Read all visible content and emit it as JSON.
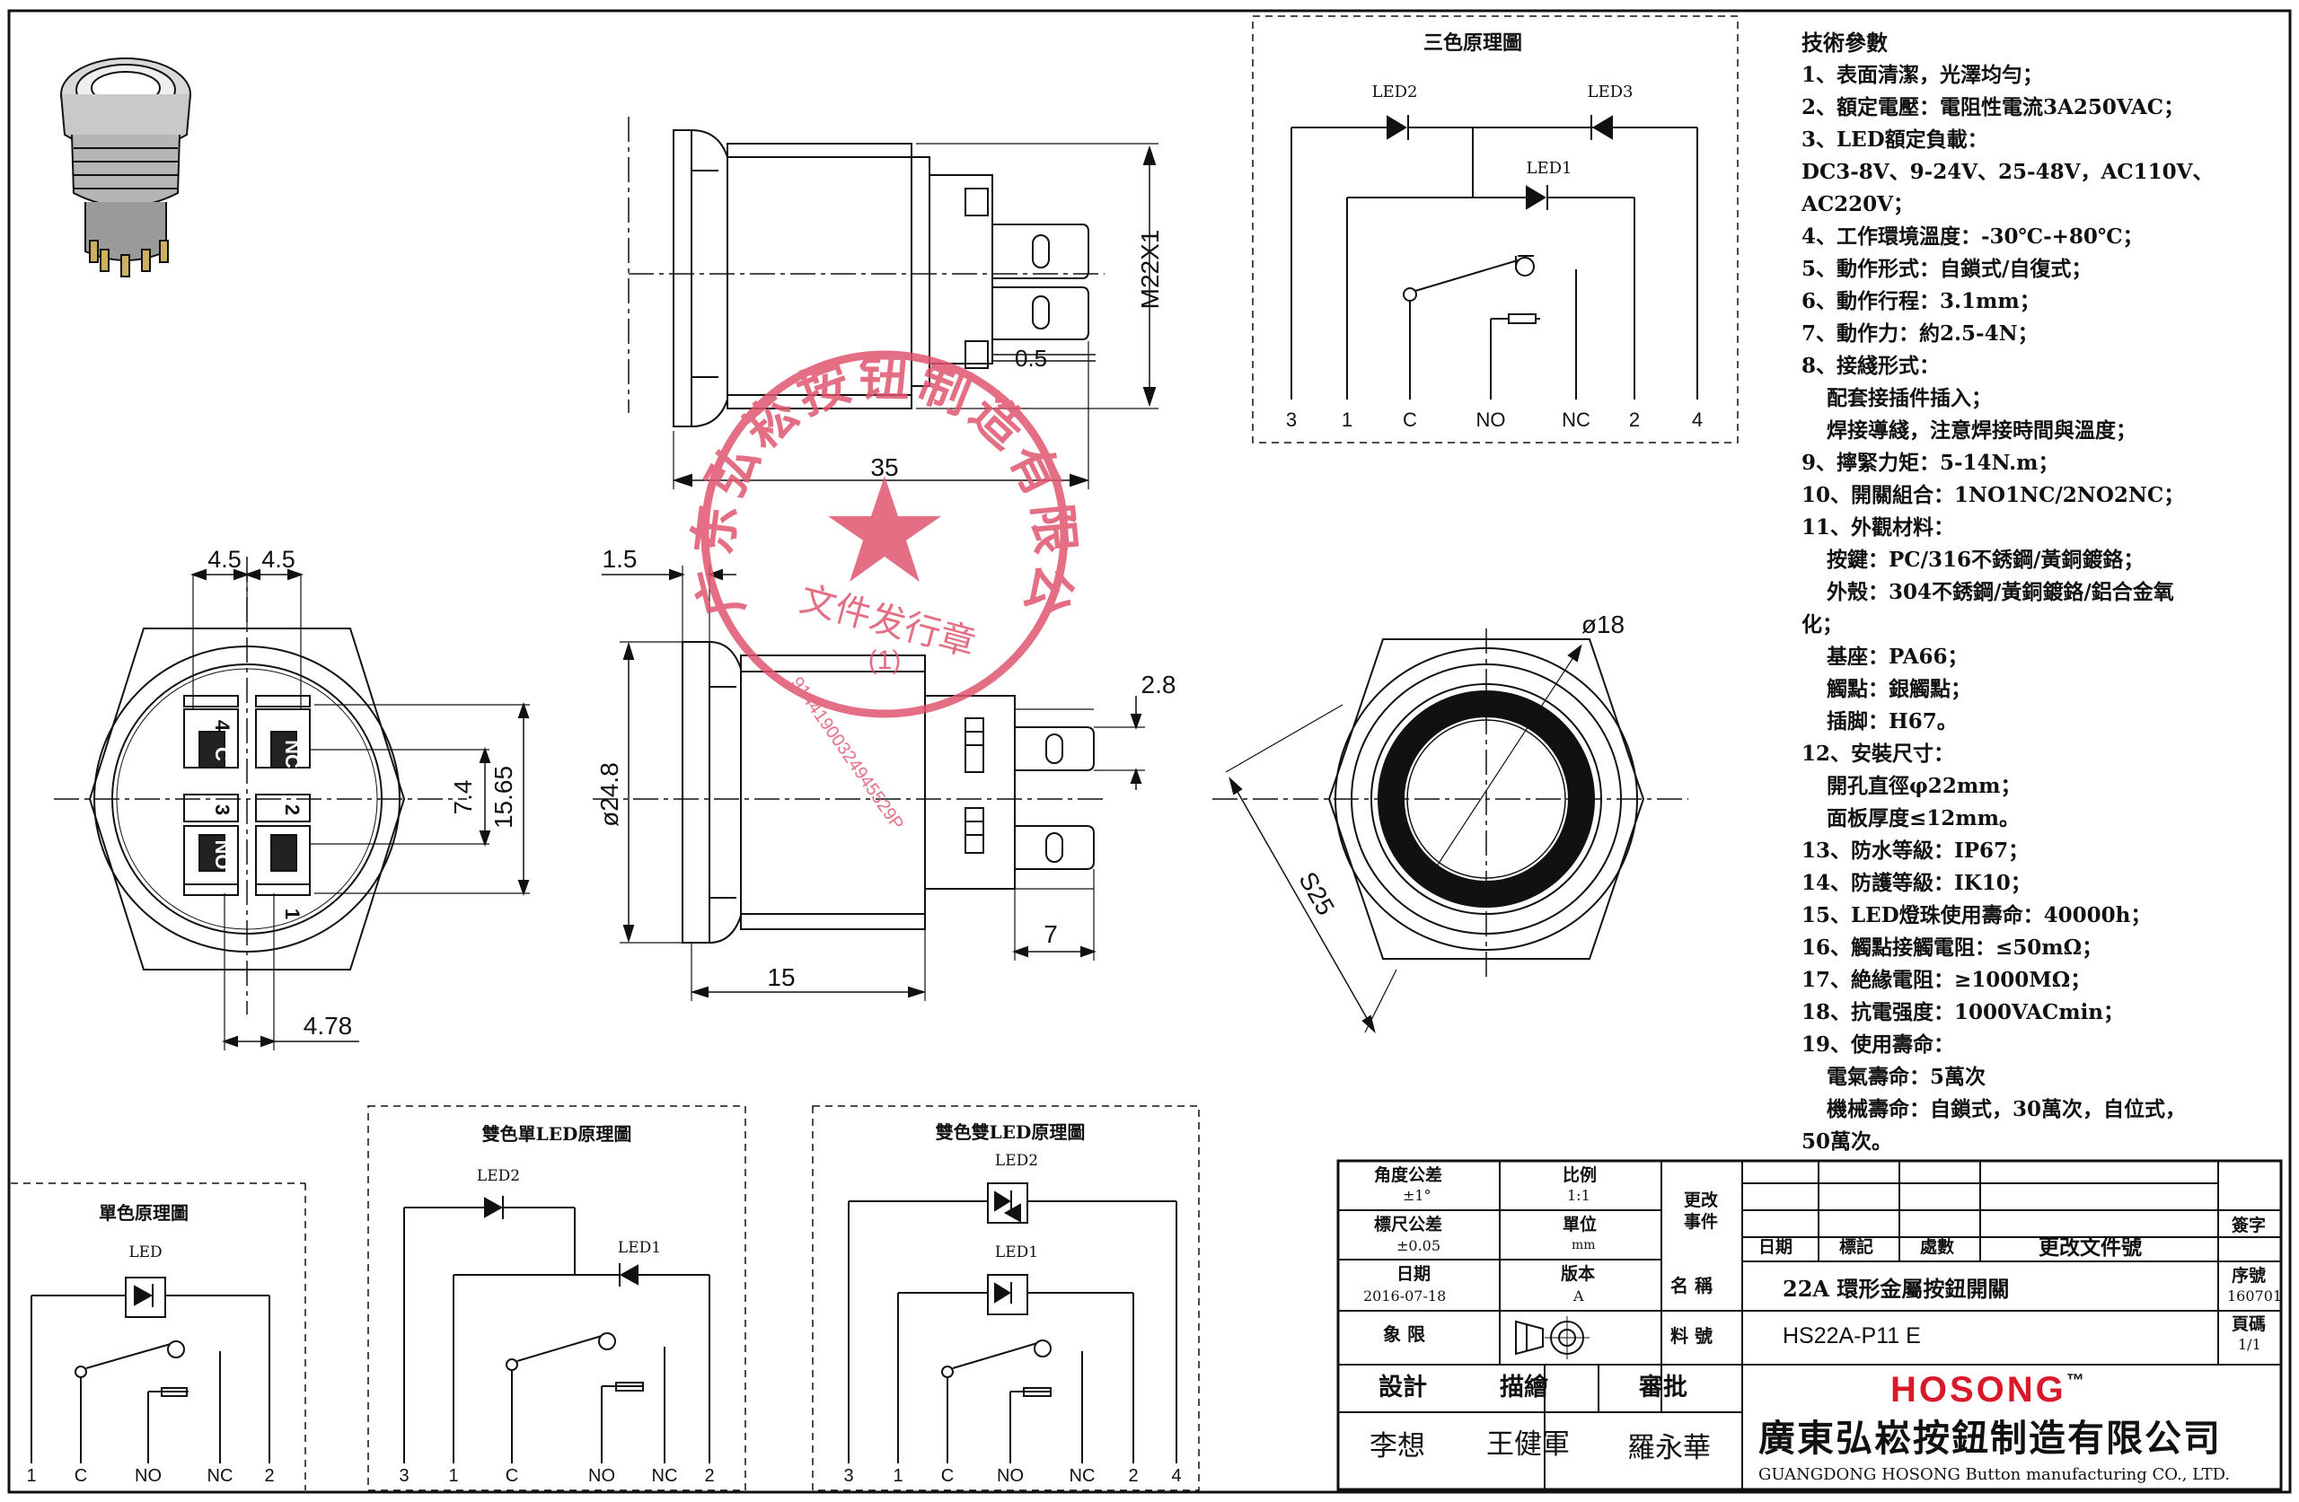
{
  "three_color_schematic": {
    "title": "三色原理圖",
    "leds": [
      "LED2",
      "LED3",
      "LED1"
    ],
    "terminals": [
      "3",
      "1",
      "C",
      "NO",
      "NC",
      "2",
      "4"
    ]
  },
  "single_color_schematic": {
    "title": "單色原理圖",
    "led": "LED",
    "terminals": [
      "1",
      "C",
      "NO",
      "NC",
      "2"
    ]
  },
  "bicolor_single_schematic": {
    "title": "雙色單LED原理圖",
    "leds": [
      "LED2",
      "LED1"
    ],
    "terminals": [
      "3",
      "1",
      "C",
      "NO",
      "NC",
      "2"
    ]
  },
  "bicolor_double_schematic": {
    "title": "雙色雙LED原理圖",
    "leds": [
      "LED2",
      "LED1"
    ],
    "terminals": [
      "3",
      "1",
      "C",
      "NO",
      "NC",
      "2",
      "4"
    ]
  },
  "dimensions": {
    "side_top": {
      "thread": "M22X1",
      "pin_gap": "0.5",
      "length": "35"
    },
    "front": {
      "pitch_a": "4.5",
      "pitch_b": "4.5",
      "height_a": "7.4",
      "height_b": "15.65",
      "bottom": "4.78",
      "terminal_labels": [
        "4",
        "C",
        "NC",
        "3",
        "NO",
        "2",
        "1"
      ]
    },
    "side_bottom": {
      "flange": "1.5",
      "diameter": "ø24.8",
      "pin_width": "2.8",
      "tail": "7",
      "body": "15"
    },
    "top_view": {
      "ring": "ø18",
      "hex": "S25"
    }
  },
  "stamp": {
    "text": "广东弘崧按钮制造有限公司",
    "center_text": "文件发行章",
    "sub": "(1)",
    "number": "91441900324945529P"
  },
  "specs": {
    "title": "技術參數",
    "lines": [
      {
        "text": "1、表面清潔，光澤均勻；",
        "indent": false
      },
      {
        "text": "2、額定電壓：電阻性電流3A250VAC；",
        "indent": false
      },
      {
        "text": "3、LED額定負載：",
        "indent": false
      },
      {
        "text": "DC3-8V、9-24V、25-48V，AC110V、",
        "indent": false
      },
      {
        "text": "AC220V；",
        "indent": false
      },
      {
        "text": "4、工作環境溫度：-30℃-+80℃；",
        "indent": false
      },
      {
        "text": "5、動作形式：自鎖式/自復式；",
        "indent": false
      },
      {
        "text": "6、動作行程：3.1mm；",
        "indent": false
      },
      {
        "text": "7、動作力：約2.5-4N；",
        "indent": false
      },
      {
        "text": "8、接綫形式：",
        "indent": false
      },
      {
        "text": "配套接插件插入；",
        "indent": true
      },
      {
        "text": "焊接導綫，注意焊接時間與溫度；",
        "indent": true
      },
      {
        "text": "9、擰緊力矩：5-14N.m；",
        "indent": false
      },
      {
        "text": "10、開關組合：1NO1NC/2NO2NC；",
        "indent": false
      },
      {
        "text": "11、外觀材料：",
        "indent": false
      },
      {
        "text": "按鍵：PC/316不銹鋼/黃銅鍍鉻；",
        "indent": true
      },
      {
        "text": "外殼：304不銹鋼/黃銅鍍鉻/鋁合金氧",
        "indent": true
      },
      {
        "text": "化；",
        "indent": false
      },
      {
        "text": "基座：PA66；",
        "indent": true
      },
      {
        "text": "觸點：銀觸點；",
        "indent": true
      },
      {
        "text": "插脚：H67。",
        "indent": true
      },
      {
        "text": "12、安裝尺寸：",
        "indent": false
      },
      {
        "text": "開孔直徑φ22mm；",
        "indent": true
      },
      {
        "text": "面板厚度≤12mm。",
        "indent": true
      },
      {
        "text": "13、防水等級：IP67；",
        "indent": false
      },
      {
        "text": "14、防護等級：IK10；",
        "indent": false
      },
      {
        "text": "15、LED燈珠使用壽命：40000h；",
        "indent": false
      },
      {
        "text": "16、觸點接觸電阻：≤50mΩ；",
        "indent": false
      },
      {
        "text": "17、絶緣電阻：≥1000MΩ；",
        "indent": false
      },
      {
        "text": "18、抗電强度：1000VACmin；",
        "indent": false
      },
      {
        "text": "19、使用壽命：",
        "indent": false
      },
      {
        "text": "電氣壽命：5萬次",
        "indent": true
      },
      {
        "text": "機械壽命：自鎖式，30萬次，自位式，",
        "indent": true
      },
      {
        "text": "50萬次。",
        "indent": false
      }
    ]
  },
  "title_block": {
    "angle_tol_label": "角度公差",
    "angle_tol": "±1°",
    "ratio_label": "比例",
    "ratio": "1:1",
    "change_label": "更改事件",
    "size_tol_label": "標尺公差",
    "size_tol": "±0.05",
    "unit_label": "單位",
    "unit": "mm",
    "date_col": "日期",
    "mark_col": "標記",
    "count_col": "處數",
    "doc_col": "更改文件號",
    "sign_col": "簽字",
    "date_label": "日期",
    "date": "2016-07-18",
    "version_label": "版本",
    "version": "A",
    "name_label": "名 稱",
    "name": "22A 環形金屬按鈕開關",
    "seq_label": "序號",
    "seq": "160701",
    "quadrant_label": "象 限",
    "part_label": "料 號",
    "part": "HS22A-P11 E",
    "page_label": "頁碼",
    "page": "1/1",
    "design_label": "設計",
    "draw_label": "描繪",
    "review_label": "審批",
    "designer": "李想",
    "drafter": "王健軍",
    "reviewer": "羅永華",
    "brand": "HOSONG",
    "tm": "™",
    "company_cn": "廣東弘崧按鈕制造有限公司",
    "company_en": "GUANGDONG HOSONG Button manufacturing CO., LTD."
  },
  "colors": {
    "stamp": "#e0566f",
    "ink": "#111111",
    "brand": "#d9192a"
  }
}
